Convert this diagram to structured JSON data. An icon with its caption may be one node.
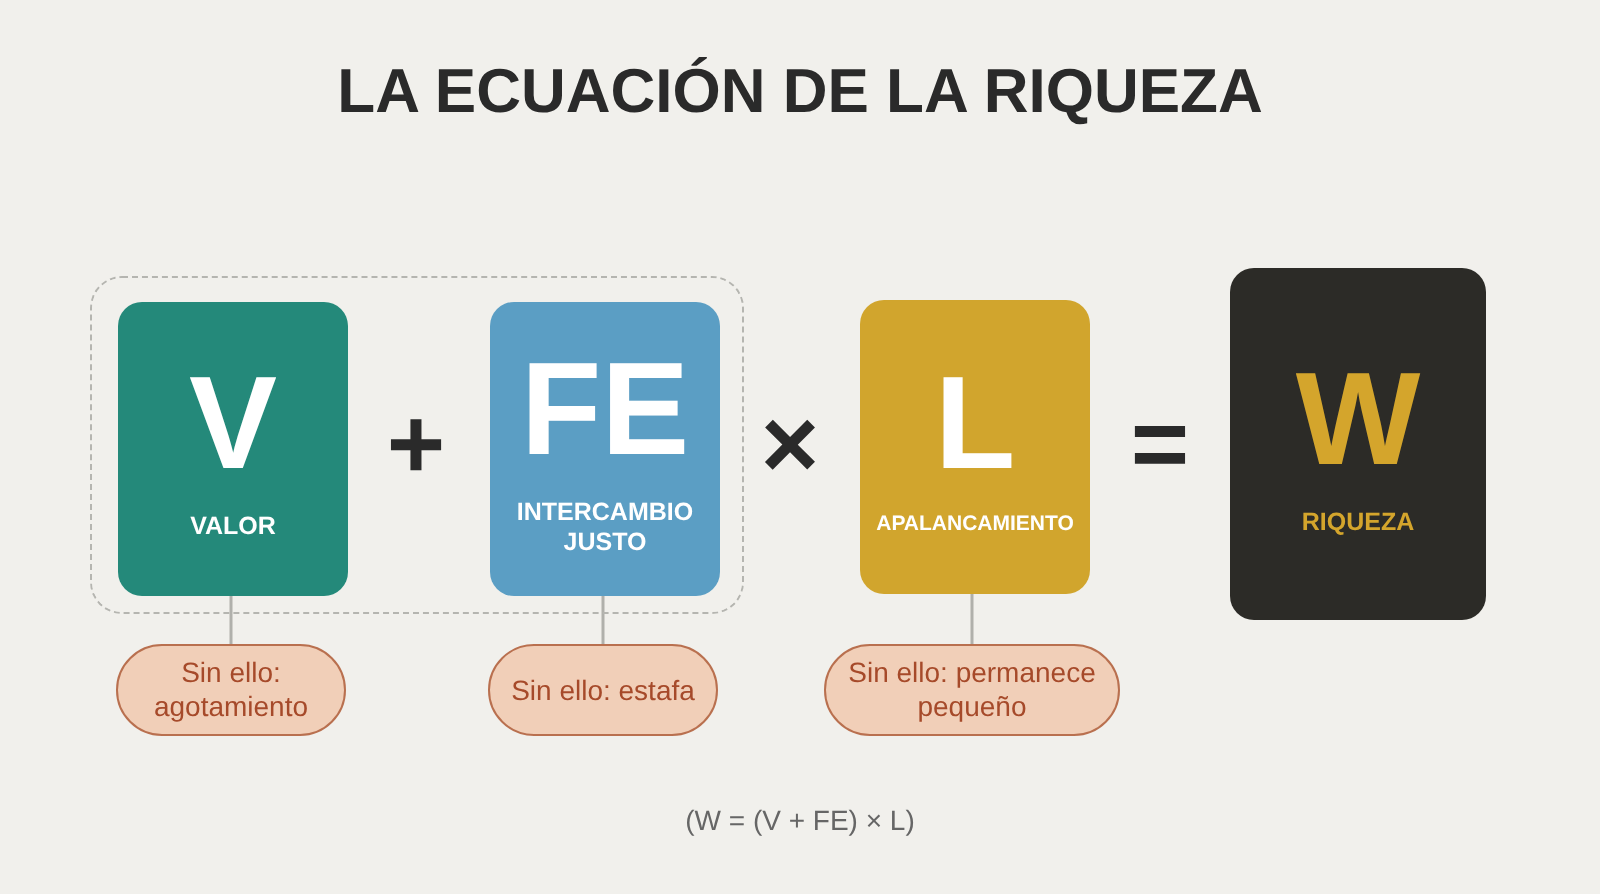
{
  "diagram": {
    "title": "LA ECUACIÓN DE LA RIQUEZA",
    "caption": "(W = (V + FE) × L)",
    "nodes": [
      {
        "text": [],
        "shape": "box"
      },
      {
        "text": [
          "V",
          "VALOR"
        ],
        "in": 0
      },
      {
        "text": [
          "FE",
          "INTERCAMBIO JUSTO"
        ],
        "in": 0
      },
      {
        "text": [
          "L",
          "APALANCAMIENTO"
        ]
      },
      {
        "text": [
          "W",
          "RIQUEZA"
        ]
      },
      {
        "text": [
          "Sin ello: agotamiento"
        ]
      },
      {
        "text": [
          "Sin ello: estafa"
        ]
      },
      {
        "text": [
          "Sin ello: permanece pequeño"
        ]
      }
    ],
    "edges": [
      {
        "from": 5,
        "to": 1,
        "arrow": "none"
      },
      {
        "from": 6,
        "to": 2,
        "arrow": "none"
      },
      {
        "from": 7,
        "to": 3,
        "arrow": "none"
      }
    ],
    "labels": [
      "+",
      "×",
      "="
    ]
  }
}
